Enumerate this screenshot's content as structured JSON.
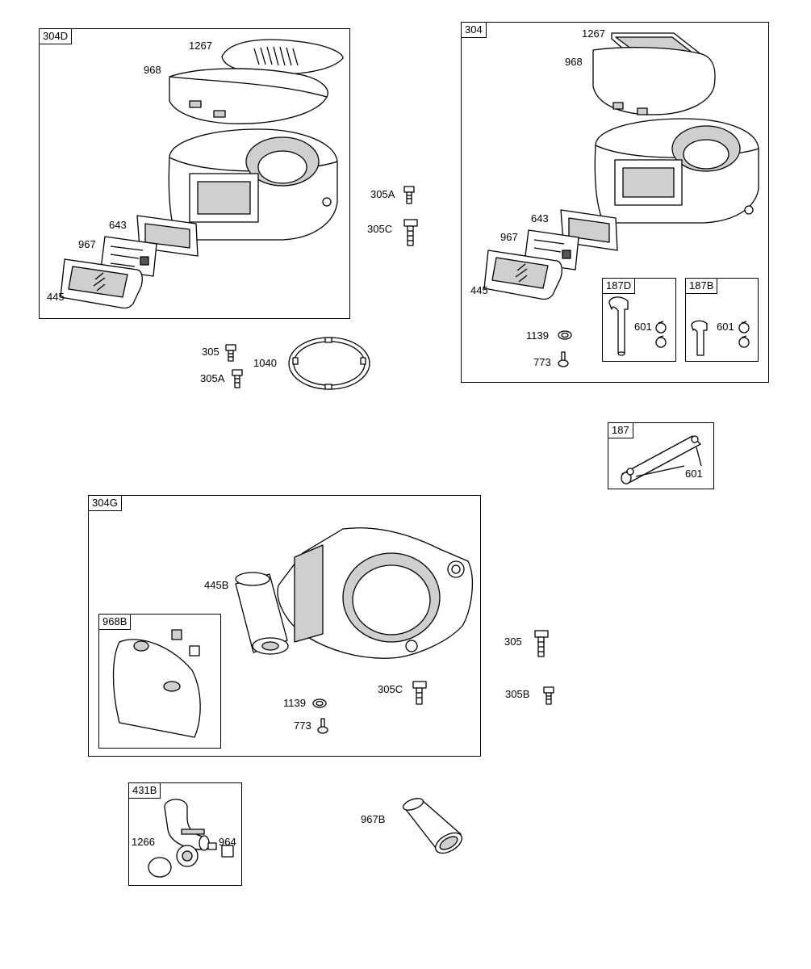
{
  "groups": {
    "g304D": "304D",
    "g304": "304",
    "g187D": "187D",
    "g187B": "187B",
    "g187": "187",
    "g304G": "304G",
    "g968B": "968B",
    "g431B": "431B"
  },
  "labels": {
    "a1267": "1267",
    "a968": "968",
    "a643": "643",
    "a967": "967",
    "a445": "445",
    "b305A": "305A",
    "b305C": "305C",
    "c305": "305",
    "c305A": "305A",
    "c1040": "1040",
    "d1267": "1267",
    "d968": "968",
    "d643": "643",
    "d967": "967",
    "d445": "445",
    "d1139": "1139",
    "d773": "773",
    "e601": "601",
    "f601": "601",
    "g601": "601",
    "h445B": "445B",
    "h1139": "1139",
    "h773": "773",
    "h305C": "305C",
    "i305": "305",
    "i305B": "305B",
    "j1266": "1266",
    "j964": "964",
    "k967B": "967B"
  }
}
